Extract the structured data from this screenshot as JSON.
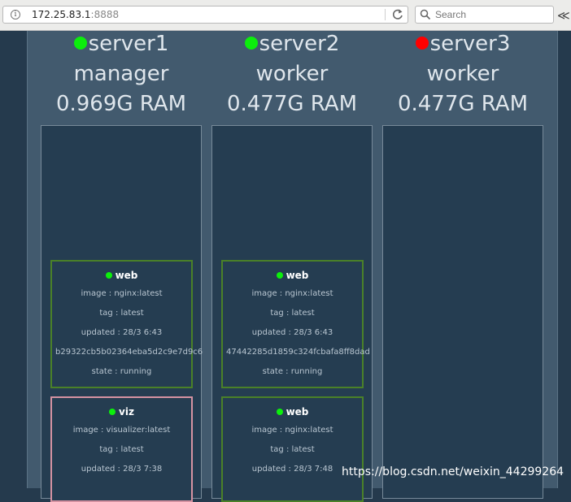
{
  "browser": {
    "url_host": "172.25.83.1",
    "url_port": ":8888",
    "search_placeholder": "Search"
  },
  "nodes": [
    {
      "name": "server1",
      "role": "manager",
      "ram": "0.969G RAM",
      "status_color": "#0ced0c",
      "tasks": [
        {
          "name": "web",
          "image": "image : nginx:latest",
          "tag": "tag : latest",
          "updated": "updated : 28/3 6:43",
          "id": "b29322cb5b02364eba5d2c9e7d9c6",
          "state": "state : running",
          "border": "green"
        },
        {
          "name": "viz",
          "image": "image : visualizer:latest",
          "tag": "tag : latest",
          "updated": "updated : 28/3 7:38",
          "border": "pink"
        }
      ]
    },
    {
      "name": "server2",
      "role": "worker",
      "ram": "0.477G RAM",
      "status_color": "#0ced0c",
      "tasks": [
        {
          "name": "web",
          "image": "image : nginx:latest",
          "tag": "tag : latest",
          "updated": "updated : 28/3 6:43",
          "id": "47442285d1859c324fcbafa8ff8dad",
          "state": "state : running",
          "border": "green"
        },
        {
          "name": "web",
          "image": "image : nginx:latest",
          "tag": "tag : latest",
          "updated": "updated : 28/3 7:48",
          "border": "green"
        }
      ]
    },
    {
      "name": "server3",
      "role": "worker",
      "ram": "0.477G RAM",
      "status_color": "#ff0000",
      "tasks": []
    }
  ],
  "watermark": "https://blog.csdn.net/weixin_44299264"
}
